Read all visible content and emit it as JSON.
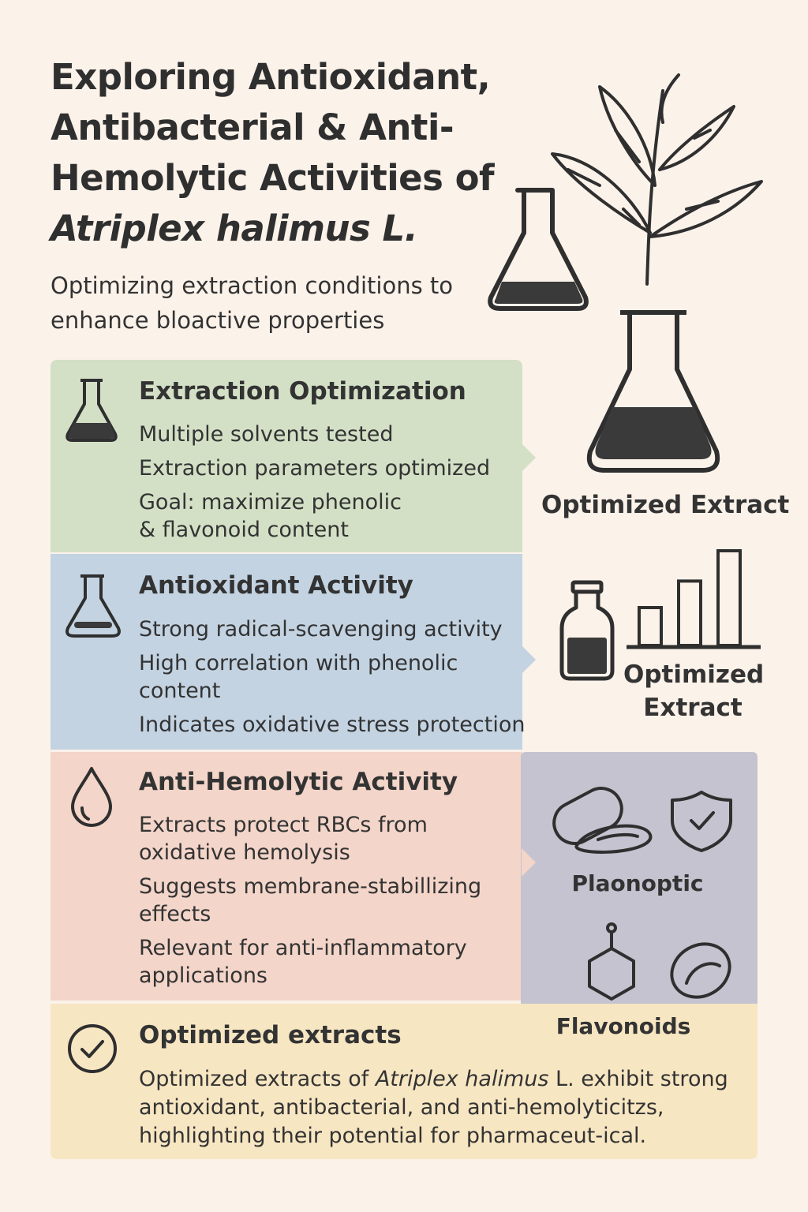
{
  "header": {
    "title_line1": "Exploring Antioxidant,",
    "title_line2": "Antibacterial & Anti-",
    "title_line3": "Hemolytic Activities of",
    "title_species": "Atriplex halimus L.",
    "subtitle": "Optimizing extraction conditions to enhance bloactive properties"
  },
  "sections": [
    {
      "title": "Extraction Optimization",
      "icon": "flask-icon",
      "color": "#d3e0c6",
      "items": [
        "Multiple solvents tested",
        "Extraction parameters optimized",
        "Goal: maximize phenolic",
        "& flavonoid content"
      ]
    },
    {
      "title": "Antioxidant Activity",
      "icon": "flask-low-icon",
      "color": "#c3d3e2",
      "items": [
        "Strong radical-scavenging activity",
        "High correlation with phenolic",
        "content",
        "Indicates oxidative stress protection"
      ]
    },
    {
      "title": "Anti-Hemolytic Activity",
      "icon": "droplet-icon",
      "color": "#f3d5c9",
      "items": [
        "Extracts protect RBCs from",
        "oxidative hemolysis",
        "Suggests membrane-stabillizing",
        "effects",
        "Relevant for anti-inflammatory",
        "applications"
      ]
    },
    {
      "title": "Optimized extracts",
      "icon": "check-circle-icon",
      "color": "#f7e6c2",
      "summary_pre": "Optimized extracts of ",
      "summary_species": "Atriplex halimus",
      "summary_post": " L. exhibit strong antioxidant, antibacterial, and anti-hemolyticitzs, highlighting their potential for pharmaceut-ical."
    }
  ],
  "side": {
    "extract_label_1": "Optimized Extract",
    "extract_label_2": "Optimized Extract",
    "panel_label_1": "Plaonoptic",
    "panel_label_2": "Flavonoids",
    "panel_color": "#c4c3cf"
  },
  "bar_chart": {
    "values": [
      1,
      1.7,
      2.5
    ]
  }
}
